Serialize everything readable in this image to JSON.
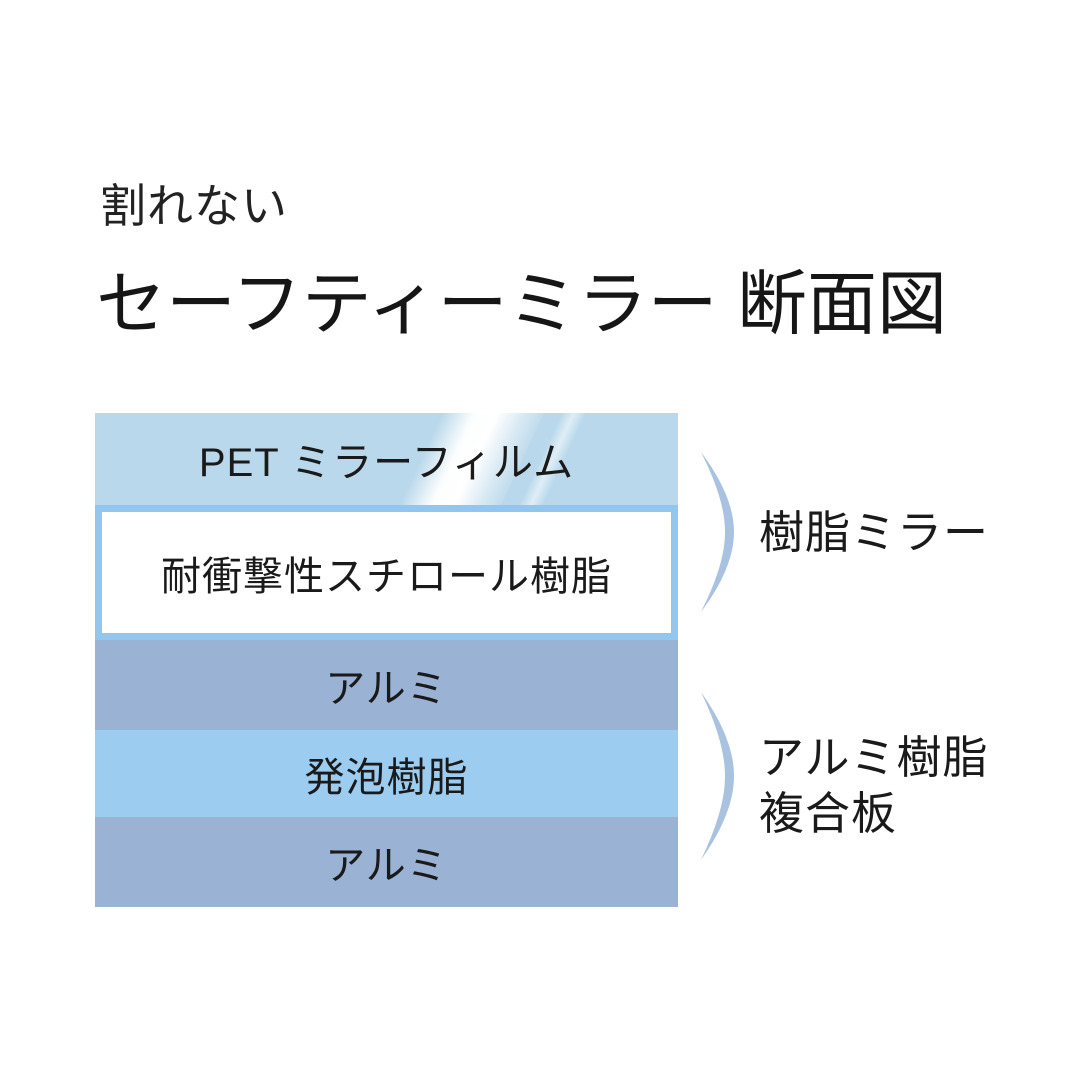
{
  "page": {
    "background_color": "#ffffff",
    "text_color": "#1a1a1a"
  },
  "header": {
    "subtitle": "割れない",
    "title": "セーフティーミラー 断面図"
  },
  "diagram": {
    "layers": [
      {
        "name": "pet-mirror-film",
        "label": "PET ミラーフィルム",
        "color": "#b9d8eb",
        "text_color": "#1a1a1a",
        "has_shine": true
      },
      {
        "name": "impact-resistant-styrene-resin",
        "label": "耐衝撃性スチロール樹脂",
        "color": "#ffffff",
        "border_color": "#92c6ef",
        "text_color": "#1a1a1a"
      },
      {
        "name": "aluminum-upper",
        "label": "アルミ",
        "color": "#9ab3d5",
        "text_color": "#1a1a1a"
      },
      {
        "name": "foam-resin",
        "label": "発泡樹脂",
        "color": "#9ccdf0",
        "text_color": "#1a1a1a"
      },
      {
        "name": "aluminum-lower",
        "label": "アルミ",
        "color": "#9ab3d5",
        "text_color": "#1a1a1a"
      }
    ],
    "groups": [
      {
        "name": "resin-mirror",
        "label_lines": [
          "樹脂ミラー"
        ],
        "bracket_color": "#a8c2e0"
      },
      {
        "name": "aluminum-resin-composite",
        "label_lines": [
          "アルミ樹脂",
          "複合板"
        ],
        "bracket_color": "#a8c2e0"
      }
    ]
  }
}
